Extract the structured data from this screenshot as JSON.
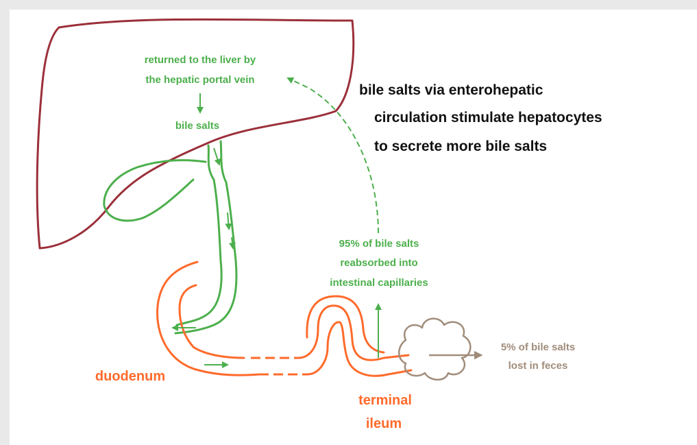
{
  "colors": {
    "liver": "#9b2f3a",
    "bile_path": "#4caf4c",
    "intestine": "#ff6a2b",
    "feces": "#a08c7a",
    "caption": "#111111",
    "background": "#ffffff"
  },
  "labels": {
    "returned_line1": "returned to the liver by",
    "returned_line2": "the hepatic portal vein",
    "bile_salts": "bile salts",
    "caption_line1": "bile salts via enterohepatic",
    "caption_line2": "circulation stimulate hepatocytes",
    "caption_line3": "to secrete more bile salts",
    "reabsorbed_line1": "95% of bile salts",
    "reabsorbed_line2": "reabsorbed into",
    "reabsorbed_line3": "intestinal capillaries",
    "lost_line1": "5% of bile salts",
    "lost_line2": "lost in feces",
    "duodenum": "duodenum",
    "terminal": "terminal",
    "ileum": "ileum"
  }
}
